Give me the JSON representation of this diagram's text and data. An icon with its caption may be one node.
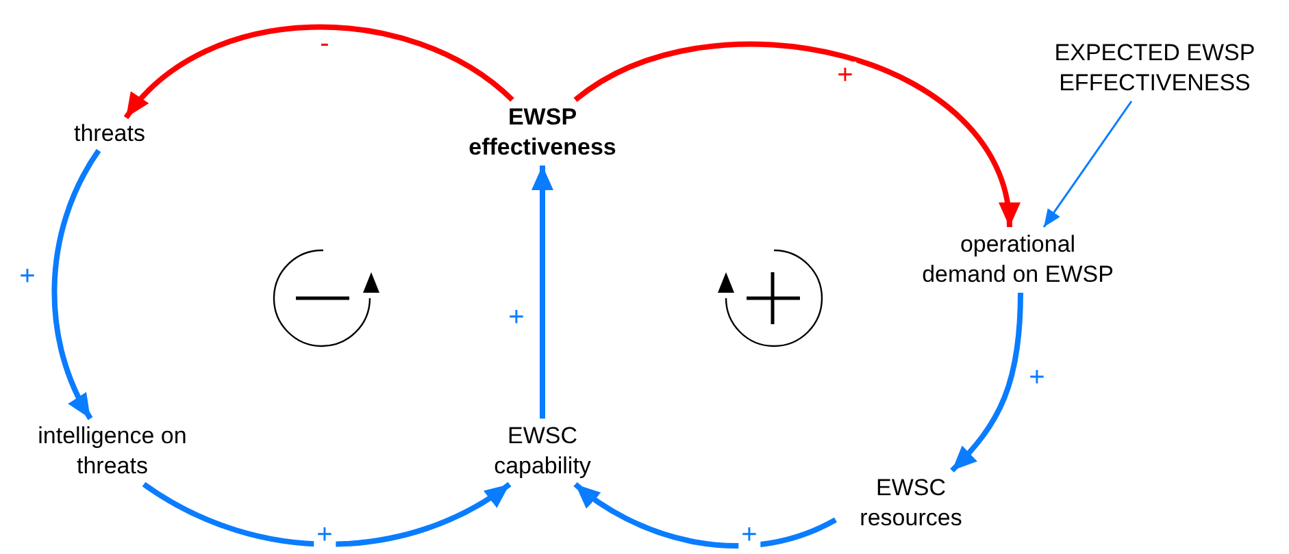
{
  "diagram": {
    "nodes": [
      {
        "text": [
          "threats"
        ]
      },
      {
        "text": [
          "EWSP effectiveness"
        ]
      },
      {
        "text": [
          "EXPECTED EWSP EFFECTIVENESS"
        ]
      },
      {
        "text": [
          "operational demand on EWSP"
        ]
      },
      {
        "text": [
          "intelligence on threats"
        ]
      },
      {
        "text": [
          "EWSC capability"
        ]
      },
      {
        "text": [
          "EWSC resources"
        ]
      }
    ],
    "edges": [
      {
        "from": 1,
        "to": 0,
        "arrow": "to",
        "label": "-",
        "color": "#ff0000"
      },
      {
        "from": 1,
        "to": 3,
        "arrow": "to",
        "label": "+",
        "color": "#ff0000"
      },
      {
        "from": 2,
        "to": 3,
        "arrow": "to"
      },
      {
        "from": 0,
        "to": 4,
        "arrow": "to",
        "label": "+"
      },
      {
        "from": 4,
        "to": 5,
        "arrow": "to",
        "label": "+"
      },
      {
        "from": 5,
        "to": 1,
        "arrow": "to",
        "label": "+"
      },
      {
        "from": 3,
        "to": 6,
        "arrow": "to",
        "label": "+"
      },
      {
        "from": 6,
        "to": 5,
        "arrow": "to",
        "label": "+"
      }
    ]
  }
}
